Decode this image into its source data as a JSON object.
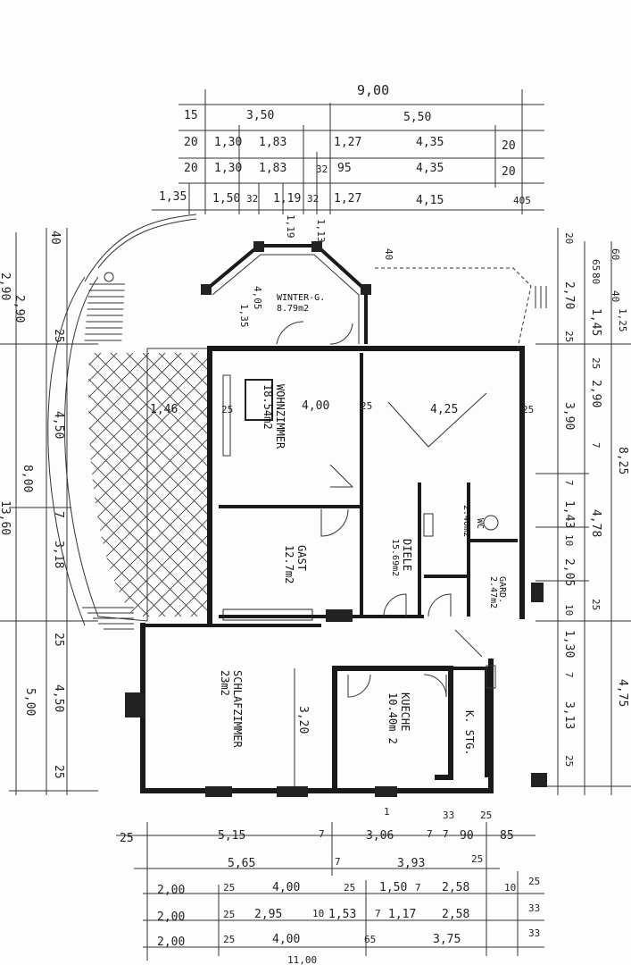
{
  "rooms": {
    "winter_garden": {
      "name": "WINTER-G.",
      "area": "8.79m2"
    },
    "wohnzimmer": {
      "name": "WOHNZIMMER",
      "area": "18.54m2"
    },
    "gast": {
      "name": "GAST",
      "area": "12.7m2"
    },
    "diele": {
      "name": "DIELE",
      "area": "15.69m2"
    },
    "wc": {
      "name": "WC",
      "area": "2.40m2"
    },
    "garderobe": {
      "name": "GARD.",
      "area": "2.47m2"
    },
    "schlafzimmer": {
      "name": "SCHLAFZIMMER",
      "area": "23m2"
    },
    "kueche": {
      "name": "KUECHE",
      "area": "10.40m 2"
    },
    "k_stg": {
      "name": "K. STG."
    }
  },
  "dimensions": {
    "top": {
      "total": "9,00",
      "row1": [
        "15",
        "3,50",
        "5,50"
      ],
      "row2": [
        "20",
        "1,30",
        "1,83",
        "1,27",
        "4,35",
        "20"
      ],
      "row3": [
        "20",
        "1,30",
        "1,83",
        "32",
        "95",
        "4,35",
        "20"
      ],
      "row4": [
        "1,35",
        "1,50",
        "32",
        "1,19",
        "32",
        "1,27",
        "4,15",
        "405"
      ]
    },
    "left": {
      "outer": [
        "2,90",
        "8,00",
        "5,00"
      ],
      "inner": [
        "40",
        "25",
        "4,50",
        "7",
        "3,18",
        "25",
        "4,50",
        "25"
      ],
      "partial": [
        "2,90",
        "13,60"
      ]
    },
    "right": {
      "col1": [
        "20",
        "2,70",
        "25",
        "3,90",
        "7",
        "1,43",
        "10",
        "2,05",
        "10",
        "1,30",
        "7",
        "3,13",
        "25"
      ],
      "col2": [
        "65",
        "60",
        "80",
        "40",
        "1,45",
        "25",
        "2,90",
        "7",
        "4,78",
        "25"
      ],
      "col3": [
        "1,25",
        "8,25",
        "4,75"
      ],
      "top_small": [
        "40"
      ]
    },
    "bottom": {
      "row1": [
        "25",
        "5,15",
        "7",
        "3,06",
        "7",
        "33",
        "7",
        "90",
        "25",
        "85"
      ],
      "row2": [
        "5,65",
        "7",
        "3,93",
        "25"
      ],
      "row3": [
        "2,00",
        "25",
        "4,00",
        "25",
        "1,50",
        "7",
        "2,58",
        "10",
        "25"
      ],
      "row4": [
        "2,00",
        "25",
        "2,95",
        "10",
        "1,53",
        "7",
        "1,17",
        "2,58",
        "33"
      ],
      "row5": [
        "2,00",
        "25",
        "4,00",
        "65",
        "3,75",
        "33"
      ],
      "total": "11,00"
    },
    "interior": [
      "4,00",
      "25",
      "4,25",
      "25",
      "1,35",
      "4,05",
      "3,20",
      "1,46",
      "25",
      "1,19",
      "1,13"
    ]
  },
  "other_labels": [
    "1"
  ]
}
